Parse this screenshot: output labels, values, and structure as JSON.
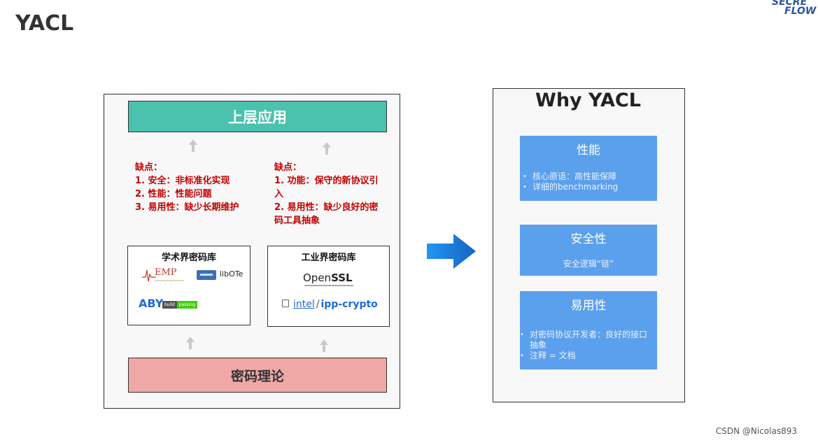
{
  "slide": {
    "title": "YACL"
  },
  "logo": {
    "line1": "SECRE",
    "line2": "FLOW"
  },
  "left": {
    "top_box": "上层应用",
    "bottom_box": "密码理论",
    "cons_left": [
      "缺点：",
      "1. 安全：非标准化实现",
      "2. 性能：性能问题",
      "3. 易用性：缺少长期维护"
    ],
    "cons_right": [
      "缺点：",
      "1. 功能：保守的新协议引入",
      "2. 易用性：缺少良好的密码工具抽象"
    ],
    "academic": {
      "title": "学术界密码库",
      "emp": "EMP",
      "libote": "libOTe",
      "aby": "ABY",
      "aby_badge_left": "build",
      "aby_badge_right": "passing"
    },
    "industry": {
      "title": "工业界密码库",
      "openssl_a": "Open",
      "openssl_b": "SSL",
      "ipp_owner": "intel",
      "ipp_slash": "/",
      "ipp_repo": "ipp-crypto"
    }
  },
  "right": {
    "title": "Why YACL",
    "features": [
      {
        "title": "性能",
        "items": [
          "核心原语：高性能保障",
          "详细的benchmarking"
        ]
      },
      {
        "title": "安全性",
        "items": [
          "安全逻辑“链”"
        ]
      },
      {
        "title": "易用性",
        "items": [
          "对密码协议开发者：良好的接口抽象",
          "注释 = 文档"
        ]
      }
    ]
  },
  "footer": "CSDN @Nicolas893",
  "colors": {
    "top_box": "#4ac2ae",
    "bottom_box": "#f0a8a6",
    "cons_text": "#c00000",
    "feature_box": "#5ba0ec",
    "arrow": "#1e88e5"
  }
}
